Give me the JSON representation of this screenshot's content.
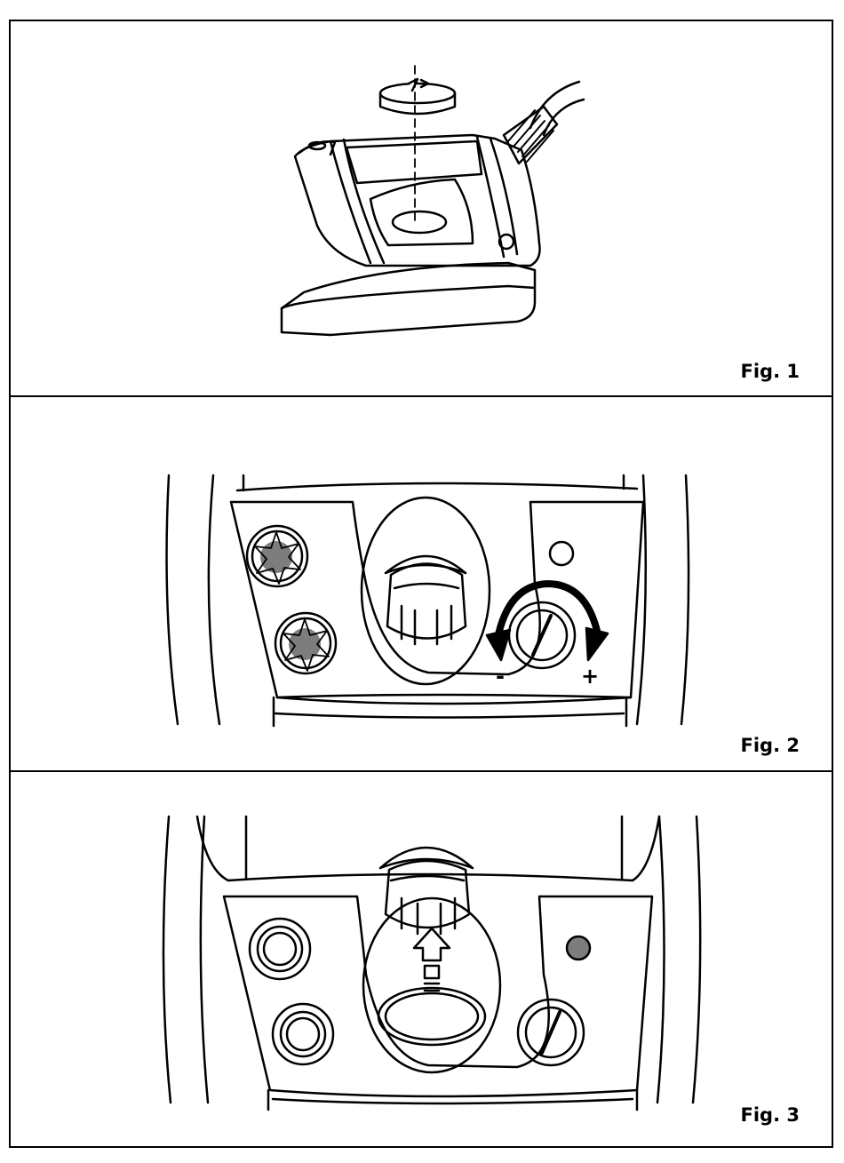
{
  "figures": [
    {
      "label": "Fig. 1"
    },
    {
      "label": "Fig. 2",
      "minus": "-",
      "plus": "+"
    },
    {
      "label": "Fig. 3"
    }
  ],
  "colors": {
    "line": "#000000",
    "fill_gray": "#7d7d7d",
    "background": "#ffffff"
  },
  "icons": [
    "rotate-arrow-icon",
    "steam-iron-illustration",
    "steam-control-dial",
    "pressure-lamp",
    "water-tank-cap",
    "up-arrow-icon"
  ]
}
